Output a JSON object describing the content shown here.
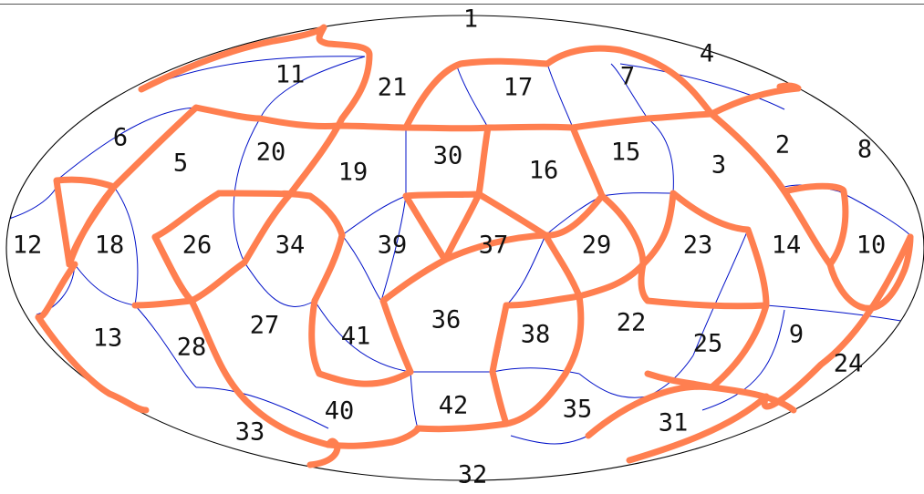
{
  "map": {
    "projection": "Mollweide-style ellipse",
    "colors": {
      "grid": "#0010c8",
      "highlight": "#ff7f50",
      "outline": "#000000",
      "text": "#111111"
    },
    "labels": [
      "1",
      "2",
      "3",
      "4",
      "5",
      "6",
      "7",
      "8",
      "9",
      "10",
      "11",
      "12",
      "13",
      "14",
      "15",
      "16",
      "17",
      "18",
      "19",
      "20",
      "21",
      "22",
      "23",
      "24",
      "25",
      "26",
      "27",
      "28",
      "29",
      "30",
      "31",
      "32",
      "33",
      "34",
      "35",
      "36",
      "37",
      "38",
      "39",
      "40",
      "41",
      "42"
    ]
  }
}
